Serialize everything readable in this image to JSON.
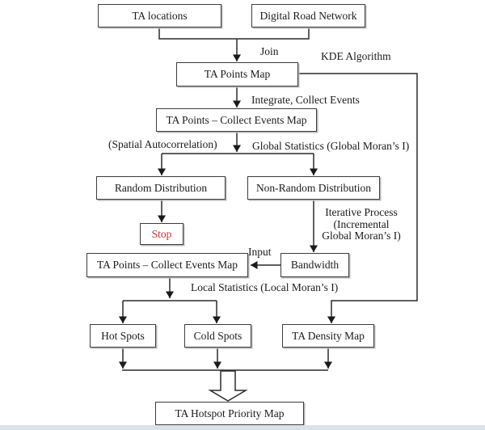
{
  "colors": {
    "line": "#2b2b2b",
    "box_border": "#3d3d3d",
    "stop_text": "#cc3333",
    "background": "#ffffff"
  },
  "nodes": {
    "ta_locations": "TA locations",
    "digital_road_network": "Digital Road Network",
    "ta_points_map": "TA Points Map",
    "ta_points_collect_events_map_1": "TA Points – Collect Events Map",
    "random_distribution": "Random Distribution",
    "non_random_distribution": "Non-Random Distribution",
    "stop": "Stop",
    "ta_points_collect_events_map_2": "TA Points – Collect Events Map",
    "bandwidth": "Bandwidth",
    "hot_spots": "Hot Spots",
    "cold_spots": "Cold Spots",
    "ta_density_map": "TA Density Map",
    "ta_hotspot_priority_map": "TA Hotspot Priority Map"
  },
  "edge_labels": {
    "join": "Join",
    "kde_algorithm": "KDE Algorithm",
    "integrate_collect_events": "Integrate, Collect Events",
    "spatial_autocorrelation": "(Spatial Autocorrelation)",
    "global_statistics": "Global Statistics (Global Moran’s I)",
    "iterative_process": "Iterative Process\n(Incremental\nGlobal Moran’s I)",
    "input": "Input",
    "local_statistics": "Local Statistics (Local Moran’s I)"
  }
}
